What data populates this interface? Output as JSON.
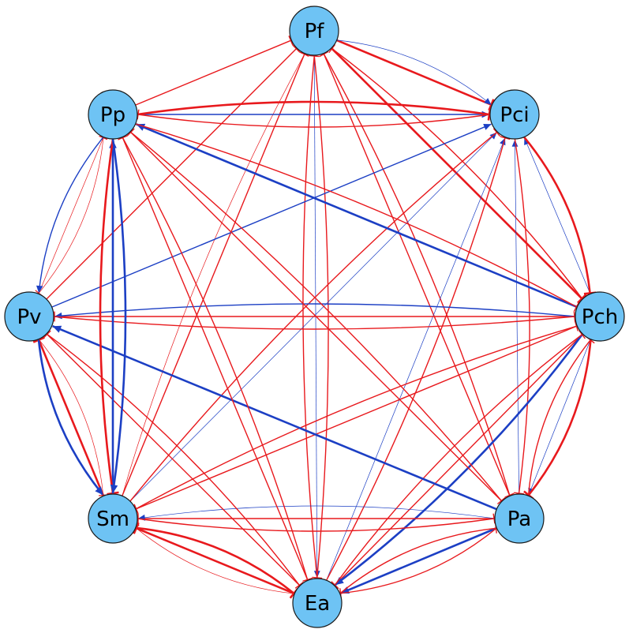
{
  "colors": {
    "node_fill": "#6ec3f4",
    "node_stroke": "#1a1a1a",
    "inhibition": "#e8191d",
    "activation": "#1c3fc4"
  },
  "nodes": [
    {
      "id": "Pf",
      "label": "Pf"
    },
    {
      "id": "Pci",
      "label": "Pci"
    },
    {
      "id": "Pch",
      "label": "Pch"
    },
    {
      "id": "Pa",
      "label": "Pa"
    },
    {
      "id": "Ea",
      "label": "Ea"
    },
    {
      "id": "Sm",
      "label": "Sm"
    },
    {
      "id": "Pv",
      "label": "Pv"
    },
    {
      "id": "Pp",
      "label": "Pp"
    }
  ],
  "edges": [
    {
      "from": "Pf",
      "to": "Pci",
      "type": "inhibition",
      "weight": "strong"
    },
    {
      "from": "Pf",
      "to": "Pci",
      "type": "activation",
      "weight": "weak"
    },
    {
      "from": "Pf",
      "to": "Pch",
      "type": "inhibition",
      "weight": "strong"
    },
    {
      "from": "Pf",
      "to": "Pa",
      "type": "inhibition",
      "weight": "medium"
    },
    {
      "from": "Pf",
      "to": "Ea",
      "type": "activation",
      "weight": "weak"
    },
    {
      "from": "Pf",
      "to": "Ea",
      "type": "inhibition",
      "weight": "medium"
    },
    {
      "from": "Pp",
      "to": "Pf",
      "type": "inhibition",
      "weight": "medium"
    },
    {
      "from": "Pv",
      "to": "Pf",
      "type": "inhibition",
      "weight": "medium"
    },
    {
      "from": "Sm",
      "to": "Pf",
      "type": "inhibition",
      "weight": "medium"
    },
    {
      "from": "Sm",
      "to": "Pf",
      "type": "inhibition",
      "weight": "weak"
    },
    {
      "from": "Ea",
      "to": "Pf",
      "type": "inhibition",
      "weight": "medium"
    },
    {
      "from": "Pa",
      "to": "Pf",
      "type": "inhibition",
      "weight": "medium"
    },
    {
      "from": "Pch",
      "to": "Pf",
      "type": "inhibition",
      "weight": "medium"
    },
    {
      "from": "Pp",
      "to": "Pci",
      "type": "activation",
      "weight": "medium"
    },
    {
      "from": "Pp",
      "to": "Pci",
      "type": "inhibition",
      "weight": "strong"
    },
    {
      "from": "Pci",
      "to": "Pp",
      "type": "inhibition",
      "weight": "medium"
    },
    {
      "from": "Pv",
      "to": "Pci",
      "type": "activation",
      "weight": "medium"
    },
    {
      "from": "Sm",
      "to": "Pci",
      "type": "activation",
      "weight": "weak"
    },
    {
      "from": "Sm",
      "to": "Pci",
      "type": "inhibition",
      "weight": "medium"
    },
    {
      "from": "Ea",
      "to": "Pci",
      "type": "activation",
      "weight": "weak"
    },
    {
      "from": "Ea",
      "to": "Pci",
      "type": "inhibition",
      "weight": "medium"
    },
    {
      "from": "Pa",
      "to": "Pci",
      "type": "activation",
      "weight": "weak"
    },
    {
      "from": "Pch",
      "to": "Pci",
      "type": "activation",
      "weight": "weak"
    },
    {
      "from": "Pci",
      "to": "Pch",
      "type": "inhibition",
      "weight": "strong"
    },
    {
      "from": "Pci",
      "to": "Pa",
      "type": "inhibition",
      "weight": "medium"
    },
    {
      "from": "Pch",
      "to": "Pp",
      "type": "activation",
      "weight": "strong"
    },
    {
      "from": "Pp",
      "to": "Pch",
      "type": "inhibition",
      "weight": "medium"
    },
    {
      "from": "Pch",
      "to": "Pv",
      "type": "inhibition",
      "weight": "medium"
    },
    {
      "from": "Pch",
      "to": "Pv",
      "type": "activation",
      "weight": "medium"
    },
    {
      "from": "Pv",
      "to": "Pch",
      "type": "inhibition",
      "weight": "medium"
    },
    {
      "from": "Pch",
      "to": "Sm",
      "type": "inhibition",
      "weight": "medium"
    },
    {
      "from": "Pch",
      "to": "Ea",
      "type": "inhibition",
      "weight": "medium"
    },
    {
      "from": "Pch",
      "to": "Ea",
      "type": "activation",
      "weight": "strong"
    },
    {
      "from": "Pch",
      "to": "Pa",
      "type": "activation",
      "weight": "weak"
    },
    {
      "from": "Pch",
      "to": "Pa",
      "type": "inhibition",
      "weight": "strong"
    },
    {
      "from": "Sm",
      "to": "Pch",
      "type": "inhibition",
      "weight": "medium"
    },
    {
      "from": "Ea",
      "to": "Pch",
      "type": "inhibition",
      "weight": "medium"
    },
    {
      "from": "Pa",
      "to": "Pch",
      "type": "inhibition",
      "weight": "medium"
    },
    {
      "from": "Pa",
      "to": "Ea",
      "type": "activation",
      "weight": "strong"
    },
    {
      "from": "Pa",
      "to": "Ea",
      "type": "inhibition",
      "weight": "medium"
    },
    {
      "from": "Pa",
      "to": "Sm",
      "type": "inhibition",
      "weight": "medium"
    },
    {
      "from": "Pa",
      "to": "Sm",
      "type": "activation",
      "weight": "weak"
    },
    {
      "from": "Pa",
      "to": "Pv",
      "type": "activation",
      "weight": "strong"
    },
    {
      "from": "Pa",
      "to": "Pp",
      "type": "inhibition",
      "weight": "medium"
    },
    {
      "from": "Pp",
      "to": "Pa",
      "type": "inhibition",
      "weight": "medium"
    },
    {
      "from": "Sm",
      "to": "Pa",
      "type": "inhibition",
      "weight": "medium"
    },
    {
      "from": "Ea",
      "to": "Pa",
      "type": "inhibition",
      "weight": "medium"
    },
    {
      "from": "Ea",
      "to": "Sm",
      "type": "inhibition",
      "weight": "strong"
    },
    {
      "from": "Sm",
      "to": "Ea",
      "type": "inhibition",
      "weight": "strong"
    },
    {
      "from": "Ea",
      "to": "Sm",
      "type": "inhibition",
      "weight": "weak"
    },
    {
      "from": "Ea",
      "to": "Pv",
      "type": "inhibition",
      "weight": "medium"
    },
    {
      "from": "Ea",
      "to": "Pp",
      "type": "inhibition",
      "weight": "medium"
    },
    {
      "from": "Pp",
      "to": "Ea",
      "type": "inhibition",
      "weight": "medium"
    },
    {
      "from": "Pv",
      "to": "Ea",
      "type": "inhibition",
      "weight": "medium"
    },
    {
      "from": "Sm",
      "to": "Pp",
      "type": "activation",
      "weight": "strong"
    },
    {
      "from": "Pp",
      "to": "Sm",
      "type": "inhibition",
      "weight": "strong"
    },
    {
      "from": "Pp",
      "to": "Sm",
      "type": "activation",
      "weight": "strong"
    },
    {
      "from": "Sm",
      "to": "Pv",
      "type": "inhibition",
      "weight": "strong"
    },
    {
      "from": "Pv",
      "to": "Sm",
      "type": "activation",
      "weight": "strong"
    },
    {
      "from": "Pv",
      "to": "Sm",
      "type": "inhibition",
      "weight": "weak"
    },
    {
      "from": "Pv",
      "to": "Pp",
      "type": "inhibition",
      "weight": "weak"
    },
    {
      "from": "Pp",
      "to": "Pv",
      "type": "activation",
      "weight": "medium"
    },
    {
      "from": "Pp",
      "to": "Pv",
      "type": "inhibition",
      "weight": "weak"
    }
  ]
}
